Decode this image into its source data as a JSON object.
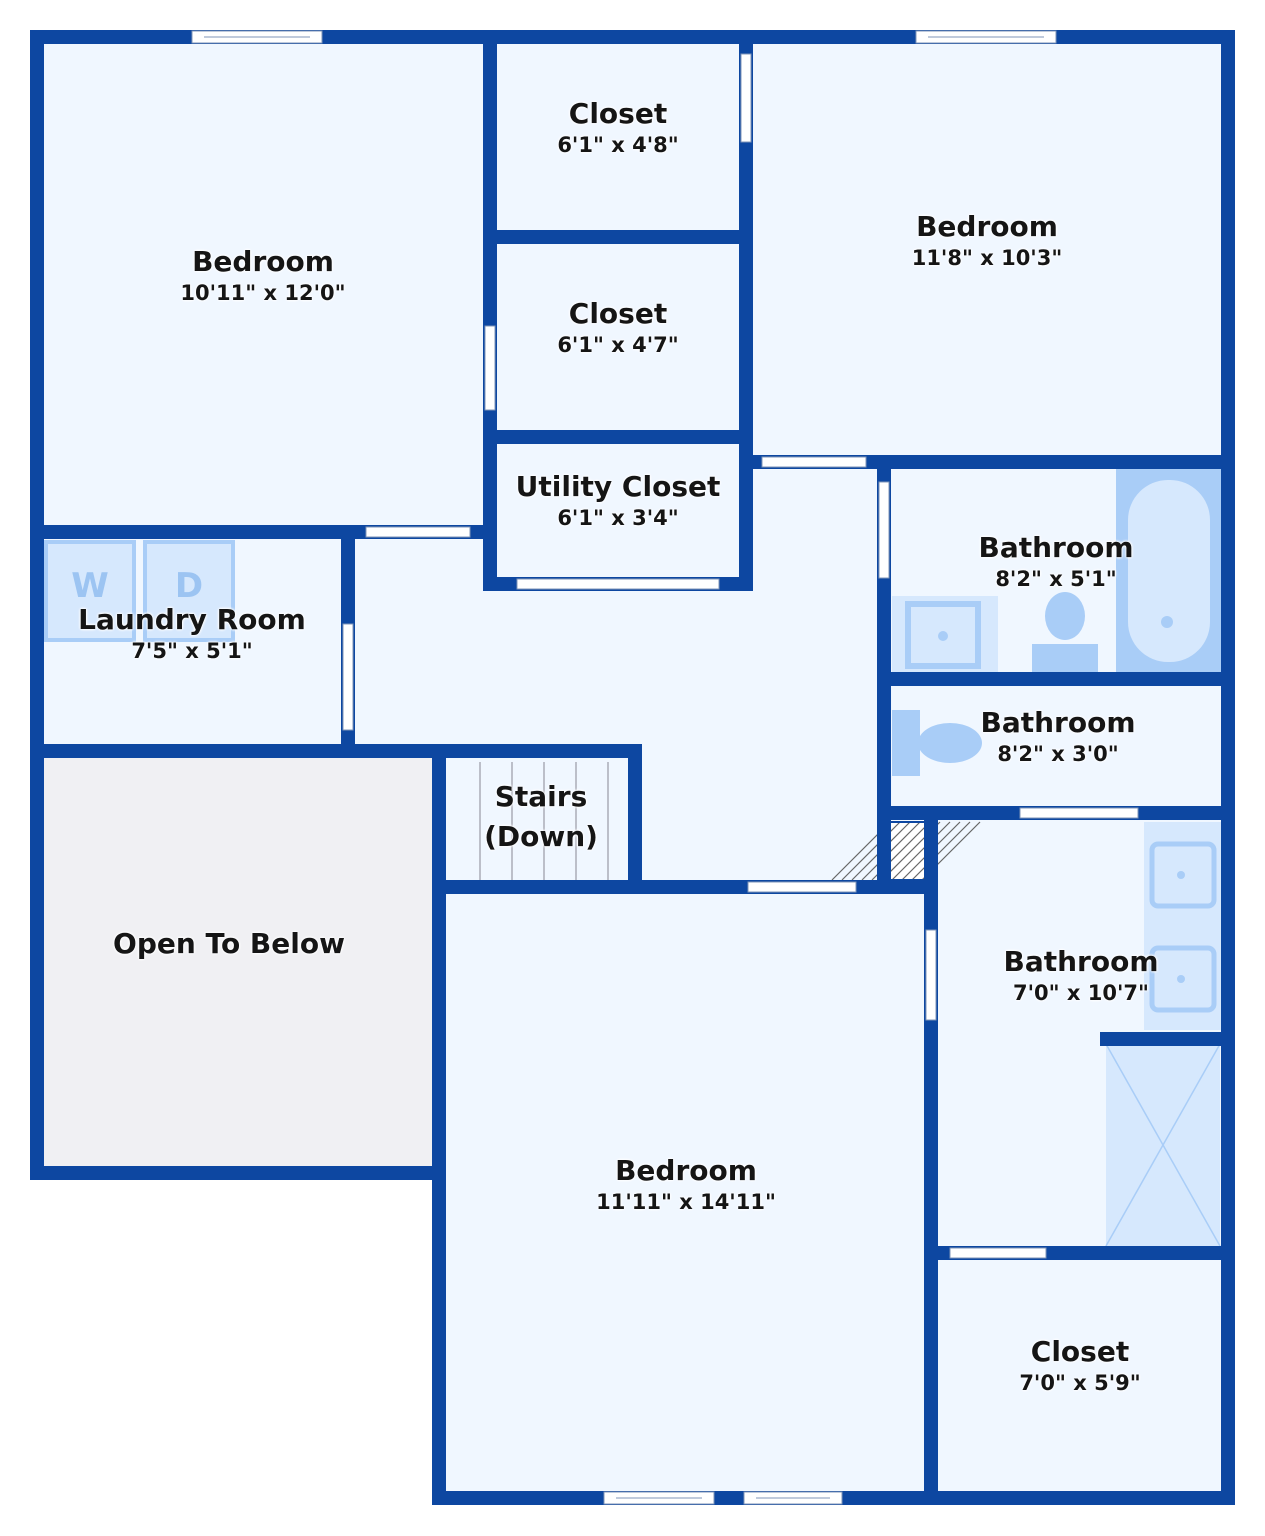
{
  "colors": {
    "wall": "#0d47a1",
    "floor": "#f0f7ff",
    "open_below": "#f0f0f3",
    "fixture": "#a9cdf7",
    "fixture_bg": "#d6e8fd",
    "window": "#ffffff"
  },
  "fixtures": {
    "washer_letter": "W",
    "dryer_letter": "D"
  },
  "rooms": [
    {
      "id": "bedroom-nw",
      "name": "Bedroom",
      "dims": "10'11\" x 12'0\""
    },
    {
      "id": "closet-1",
      "name": "Closet",
      "dims": "6'1\" x 4'8\""
    },
    {
      "id": "closet-2",
      "name": "Closet",
      "dims": "6'1\" x 4'7\""
    },
    {
      "id": "bedroom-ne",
      "name": "Bedroom",
      "dims": "11'8\" x 10'3\""
    },
    {
      "id": "utility-closet",
      "name": "Utility Closet",
      "dims": "6'1\" x 3'4\""
    },
    {
      "id": "bathroom-1",
      "name": "Bathroom",
      "dims": "8'2\" x 5'1\""
    },
    {
      "id": "laundry-room",
      "name": "Laundry Room",
      "dims": "7'5\" x 5'1\""
    },
    {
      "id": "bathroom-2",
      "name": "Bathroom",
      "dims": "8'2\" x 3'0\""
    },
    {
      "id": "stairs",
      "name": "Stairs\n(Down)",
      "dims": ""
    },
    {
      "id": "open-to-below",
      "name": "Open To Below",
      "dims": ""
    },
    {
      "id": "bathroom-3",
      "name": "Bathroom",
      "dims": "7'0\" x 10'7\""
    },
    {
      "id": "bedroom-s",
      "name": "Bedroom",
      "dims": "11'11\" x 14'11\""
    },
    {
      "id": "closet-3",
      "name": "Closet",
      "dims": "7'0\" x 5'9\""
    }
  ]
}
